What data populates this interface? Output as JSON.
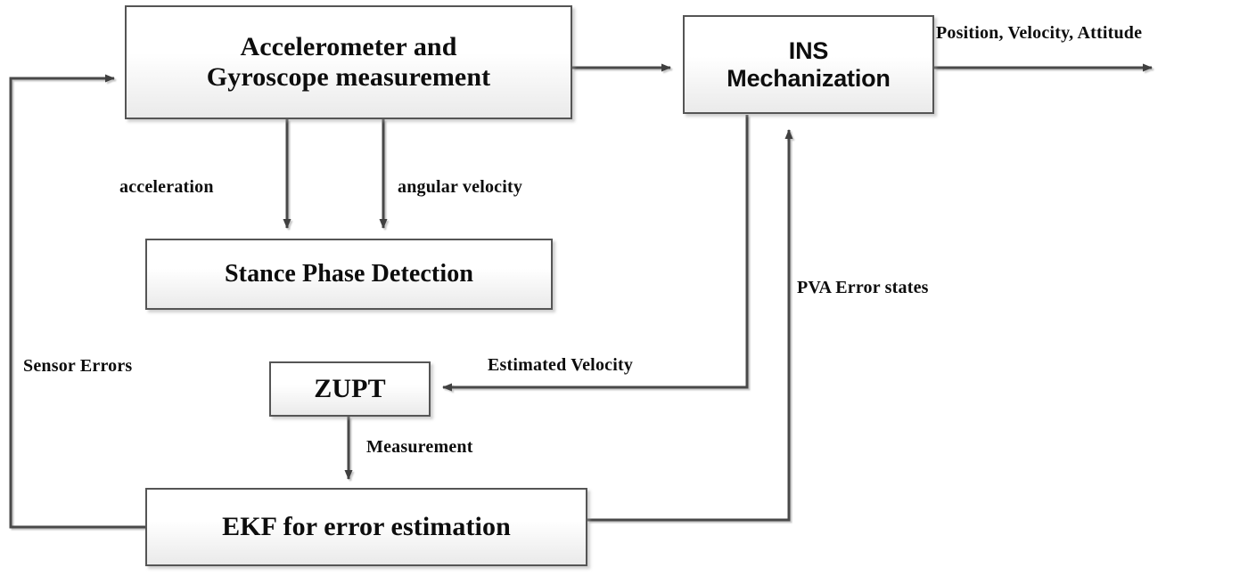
{
  "diagram": {
    "title": "INS mechanization with ZUPT-aided EKF block diagram",
    "colors": {
      "box_border": "#555555",
      "box_fill": "#f4f4f4",
      "line": "#4a4a4a",
      "text": "#0d0d0d",
      "background": "#ffffff"
    },
    "nodes": [
      {
        "id": "imu",
        "label": "Accelerometer and\nGyroscope measurement",
        "line1": "Accelerometer and",
        "line2": "Gyroscope measurement",
        "font": "serif",
        "font_size": 30
      },
      {
        "id": "ins",
        "label": "INS\nMechanization",
        "line1": "INS",
        "line2": "Mechanization",
        "font": "sans",
        "font_size": 27
      },
      {
        "id": "stance",
        "label": "Stance Phase Detection",
        "line1": "Stance Phase Detection",
        "line2": "",
        "font": "serif",
        "font_size": 28
      },
      {
        "id": "zupt",
        "label": "ZUPT",
        "line1": "ZUPT",
        "line2": "",
        "font": "serif",
        "font_size": 30
      },
      {
        "id": "ekf",
        "label": "EKF for error estimation",
        "line1": "EKF for error estimation",
        "line2": "",
        "font": "serif",
        "font_size": 30
      }
    ],
    "edge_labels": [
      {
        "id": "pva-output",
        "text": "Position, Velocity, Attitude",
        "font_size": 20
      },
      {
        "id": "acceleration",
        "text": "acceleration",
        "font_size": 20
      },
      {
        "id": "angular-velocity",
        "text": "angular velocity",
        "font_size": 20
      },
      {
        "id": "pva-error-states",
        "text": "PVA Error states",
        "font_size": 20
      },
      {
        "id": "estimated-velocity",
        "text": "Estimated Velocity",
        "font_size": 20
      },
      {
        "id": "sensor-errors",
        "text": "Sensor Errors",
        "font_size": 20
      },
      {
        "id": "measurement",
        "text": "Measurement",
        "font_size": 20
      }
    ]
  }
}
